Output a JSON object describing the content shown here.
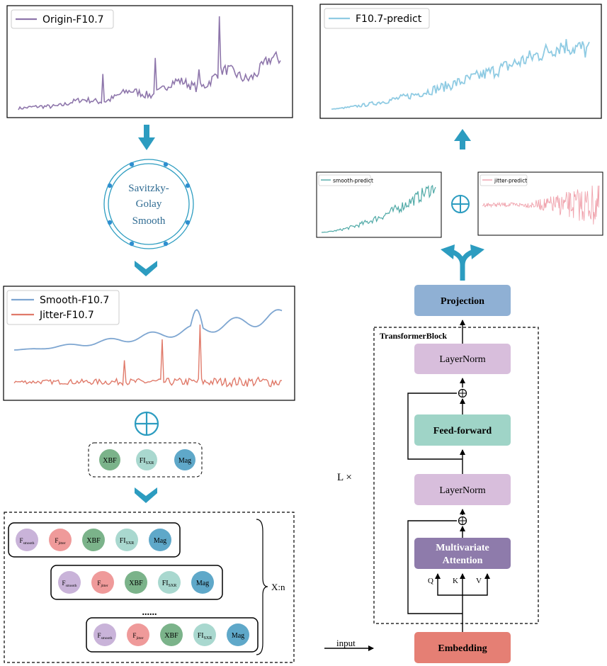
{
  "panels": {
    "origin": {
      "legend": "Origin-F10.7",
      "color": "#8e76ab"
    },
    "smooth_jitter": {
      "legend_smooth": "Smooth-F10.7",
      "legend_jitter": "Jitter-F10.7",
      "color_smooth": "#7ea6d1",
      "color_jitter": "#e07a6a"
    },
    "predict": {
      "legend": "F10.7-predict",
      "color": "#8fcbe3"
    },
    "smooth_predict": {
      "legend": "smooth-predict",
      "color": "#4fa9a6"
    },
    "jitter_predict": {
      "legend": "jitter-predict",
      "color": "#f0a3ad"
    }
  },
  "smoother": {
    "line1": "Savitzky-",
    "line2": "Golay",
    "line3": "Smooth"
  },
  "features": {
    "xbf": "XBF",
    "fi_base": "FI",
    "fi_sub": "SXR",
    "mag": "Mag",
    "f_base": "F",
    "f_smooth_sub": "smooth",
    "f_jitter_sub": "jitter"
  },
  "sequence": {
    "label": "X:n",
    "ellipsis": "......"
  },
  "transformer": {
    "block_title": "TransformerBlock",
    "repeat_label": "L ×",
    "projection": "Projection",
    "layernorm_top": "LayerNorm",
    "feed_forward": "Feed-forward",
    "layernorm_bottom": "LayerNorm",
    "attention_line1": "Multivariate",
    "attention_line2": "Attention",
    "q": "Q",
    "k": "K",
    "v": "V",
    "embedding": "Embedding",
    "input": "input"
  },
  "colors": {
    "arrow_teal": "#2c9cc0",
    "projection": "#8fb0d4",
    "layernorm": "#d8bedc",
    "feed_forward": "#9fd4c7",
    "attention": "#8e7bab",
    "embedding": "#e57f74",
    "xbf": "#7bb38a",
    "fi": "#a9d8cf",
    "mag": "#5fa8c9",
    "f_smooth": "#c9b3d9",
    "f_jitter": "#ef9a9a"
  }
}
